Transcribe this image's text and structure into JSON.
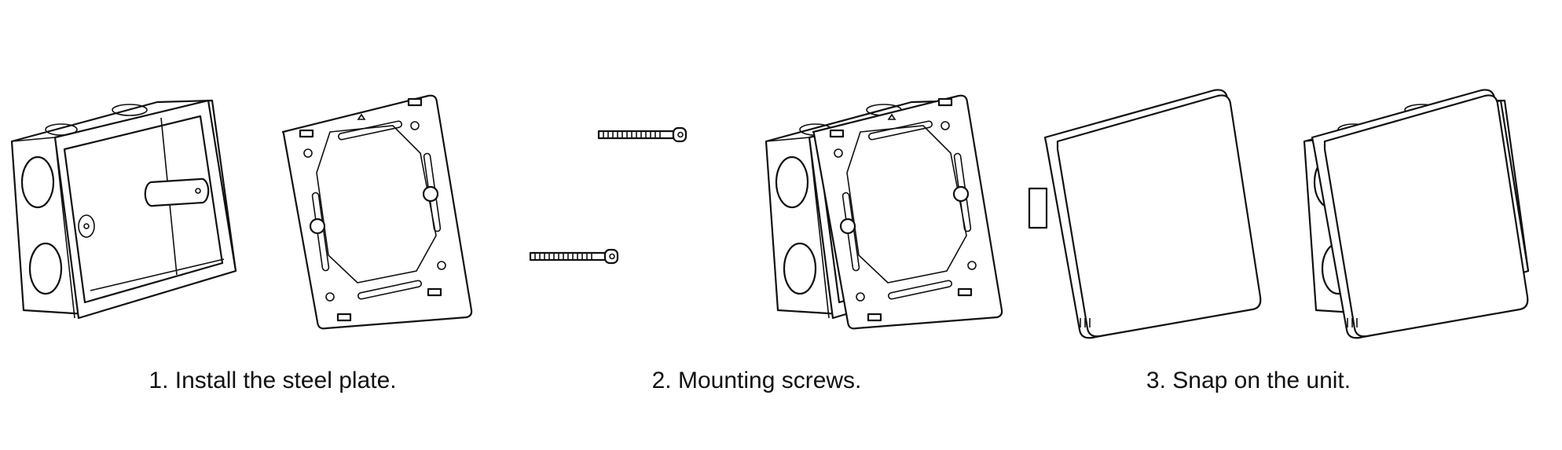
{
  "steps": [
    {
      "label": "1. Install the steel plate."
    },
    {
      "label": "2. Mounting screws."
    },
    {
      "label": "3. Snap on the unit."
    }
  ]
}
